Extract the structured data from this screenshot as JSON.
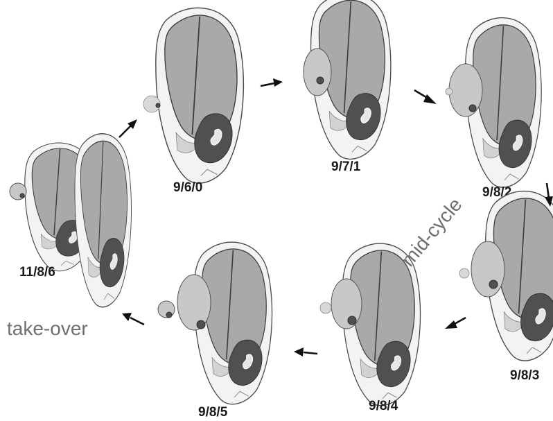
{
  "stages": [
    {
      "id": "11-8-6",
      "label": "11/8/6"
    },
    {
      "id": "9-6-0",
      "label": "9/6/0"
    },
    {
      "id": "9-7-1",
      "label": "9/7/1"
    },
    {
      "id": "9-8-2",
      "label": "9/8/2"
    },
    {
      "id": "9-8-3",
      "label": "9/8/3"
    },
    {
      "id": "9-8-4",
      "label": "9/8/4"
    },
    {
      "id": "9-8-5",
      "label": "9/8/5"
    }
  ],
  "phases": {
    "mid_cycle": "mid-cycle",
    "take_over": "take-over"
  }
}
